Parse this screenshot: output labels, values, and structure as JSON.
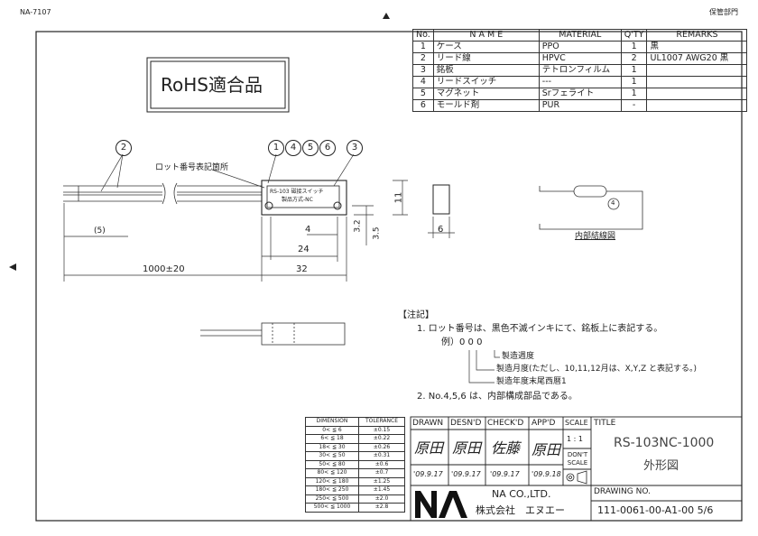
{
  "header": {
    "doc_code": "NA-7107",
    "archive_dept": "保管部門"
  },
  "rohs_label": "RoHS適合品",
  "parts_table": {
    "headers": [
      "No.",
      "N A M E",
      "MATERIAL",
      "Q'TY",
      "REMARKS"
    ],
    "rows": [
      [
        "1",
        "ケース",
        "PPO",
        "1",
        "黒"
      ],
      [
        "2",
        "リード線",
        "HPVC",
        "2",
        "UL1007 AWG20 黒"
      ],
      [
        "3",
        "銘板",
        "テトロンフィルム",
        "1",
        ""
      ],
      [
        "4",
        "リードスイッチ",
        "---",
        "1",
        ""
      ],
      [
        "5",
        "マグネット",
        "Srフェライト",
        "1",
        ""
      ],
      [
        "6",
        "モールド剤",
        "PUR",
        "-",
        ""
      ]
    ]
  },
  "drawing": {
    "callout_2": "2",
    "callout_1": "1",
    "callout_4": "4",
    "callout_5": "5",
    "callout_6": "6",
    "callout_3": "3",
    "lot_mark_label": "ロット番号表記箇所",
    "nameplate_line1": "RS-103   磁接スイッチ",
    "nameplate_line2": "製品方式-NC",
    "dim_5": "(5)",
    "dim_1000": "1000±20",
    "dim_32": "32",
    "dim_24": "24",
    "dim_4": "4",
    "dim_3_2": "3.2",
    "dim_3_5": "3.5",
    "dim_11": "11",
    "dim_6": "6",
    "circuit_label": "内部結線図",
    "circuit_num": "4"
  },
  "notes": {
    "title": "【注記】",
    "n1": "1. ロット番号は、黒色不滅インキにて、銘板上に表記する。",
    "example": "例）0 0 0",
    "e1": "製造週度",
    "e2": "製造月度(ただし、10,11,12月は、X,Y,Z と表記する。)",
    "e3": "製造年度末尾西暦1",
    "n2": "2. No.4,5,6 は、内部構成部品である。"
  },
  "tolerance": {
    "headers": [
      "DIMENSION",
      "TOLERANCE"
    ],
    "rows": [
      [
        "0< ≦ 6",
        "±0.15"
      ],
      [
        "6< ≦ 18",
        "±0.22"
      ],
      [
        "18< ≦ 30",
        "±0.26"
      ],
      [
        "30< ≦ 50",
        "±0.31"
      ],
      [
        "50< ≦ 80",
        "±0.6"
      ],
      [
        "80< ≦ 120",
        "±0.7"
      ],
      [
        "120< ≦ 180",
        "±1.25"
      ],
      [
        "180< ≦ 250",
        "±1.45"
      ],
      [
        "250< ≦ 500",
        "±2.0"
      ],
      [
        "500< ≦ 1000",
        "±2.8"
      ]
    ]
  },
  "title_block": {
    "drawn": "DRAWN",
    "desnd": "DESN'D",
    "checkd": "CHECK'D",
    "appd": "APP'D",
    "scale": "SCALE",
    "title_lbl": "TITLE",
    "sig_drawn": "原田",
    "sig_desnd": "原田",
    "sig_check": "佐藤",
    "sig_app": "原田",
    "date_drawn": "'09.9.17",
    "date_desnd": "'09.9.17",
    "date_check": "'09.9.17",
    "date_app": "'09.9.18",
    "scale_val": "1 : 1",
    "dont_scale": "DON'T SCALE",
    "title_val": "RS-103NC-1000",
    "title_sub": "外形図",
    "company_en": "NA CO.,LTD.",
    "company_jp": "株式会社　エヌエー",
    "drawing_no_lbl": "DRAWING NO.",
    "drawing_no": "111-0061-00-A1-00 5/6"
  }
}
